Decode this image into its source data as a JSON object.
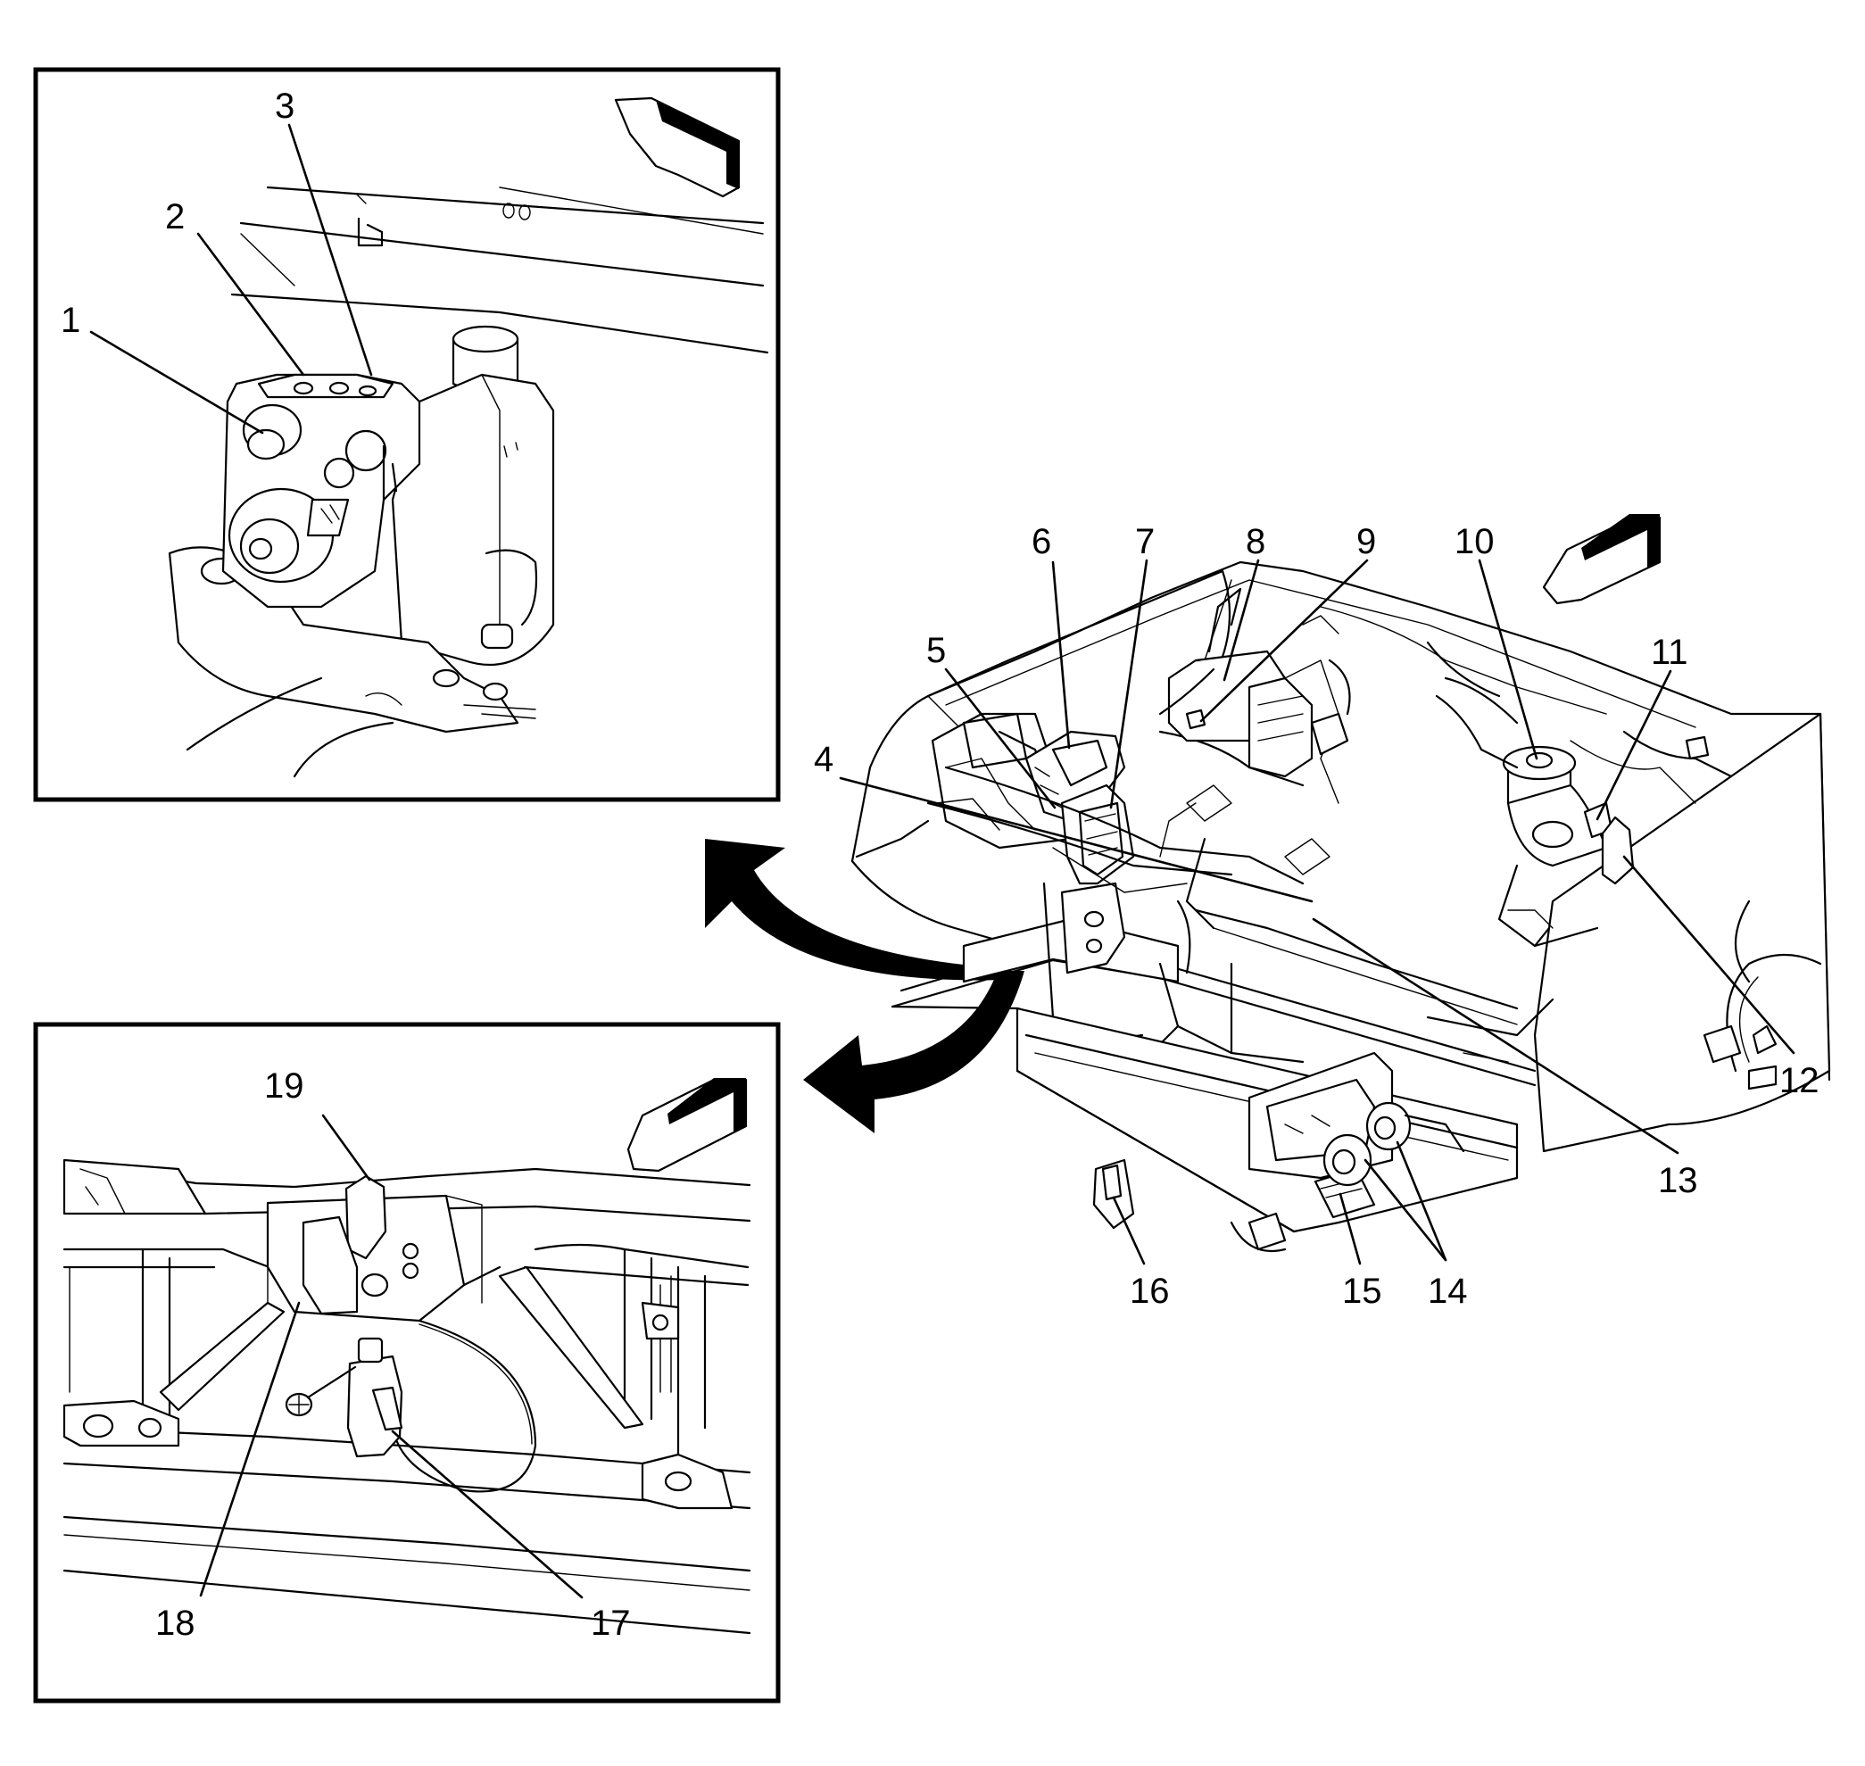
{
  "callouts": {
    "c1": "1",
    "c2": "2",
    "c3": "3",
    "c4": "4",
    "c5": "5",
    "c6": "6",
    "c7": "7",
    "c8": "8",
    "c9": "9",
    "c10": "10",
    "c11": "11",
    "c12": "12",
    "c13": "13",
    "c14": "14",
    "c15": "15",
    "c16": "16",
    "c17": "17",
    "c18": "18",
    "c19": "19"
  },
  "colors": {
    "line": "#000000",
    "background": "#ffffff",
    "shade": "#d9d9d9"
  },
  "icons": [
    "direction-arrow-icon",
    "curved-pointer-arrow-icon"
  ]
}
